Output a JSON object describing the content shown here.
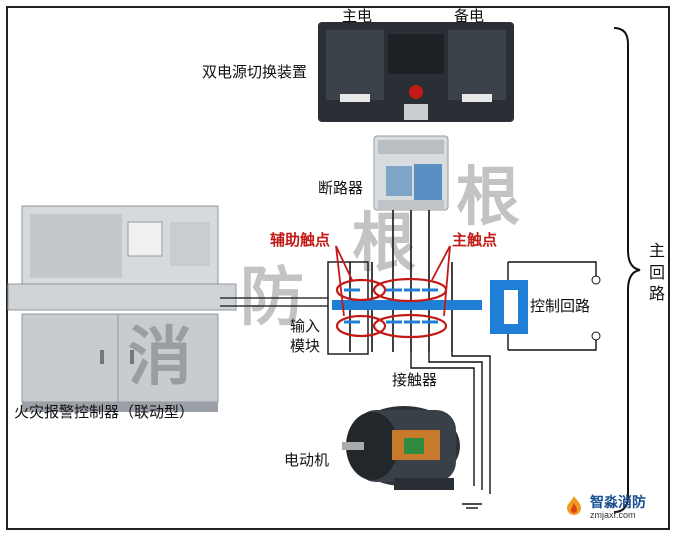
{
  "labels": {
    "main_power": "主电",
    "backup_power": "备电",
    "ats": "双电源切换装置",
    "breaker": "断路器",
    "aux_contacts": "辅助触点",
    "main_contacts": "主触点",
    "input_module_line1": "输入",
    "input_module_line2": "模块",
    "control_circuit": "控制回路",
    "contactor": "接触器",
    "motor": "电动机",
    "fire_panel": "火灾报警控制器（联动型）",
    "main_circuit": [
      "主",
      "回",
      "路"
    ]
  },
  "watermark": [
    "消",
    "防",
    "根",
    "根"
  ],
  "brand": {
    "name": "智淼消防",
    "url": "zmjaxf.com"
  },
  "colors": {
    "red": "#c21b17",
    "blue": "#1f7fd6",
    "panel": "#cfd3d6",
    "dark": "#2a2f35"
  }
}
